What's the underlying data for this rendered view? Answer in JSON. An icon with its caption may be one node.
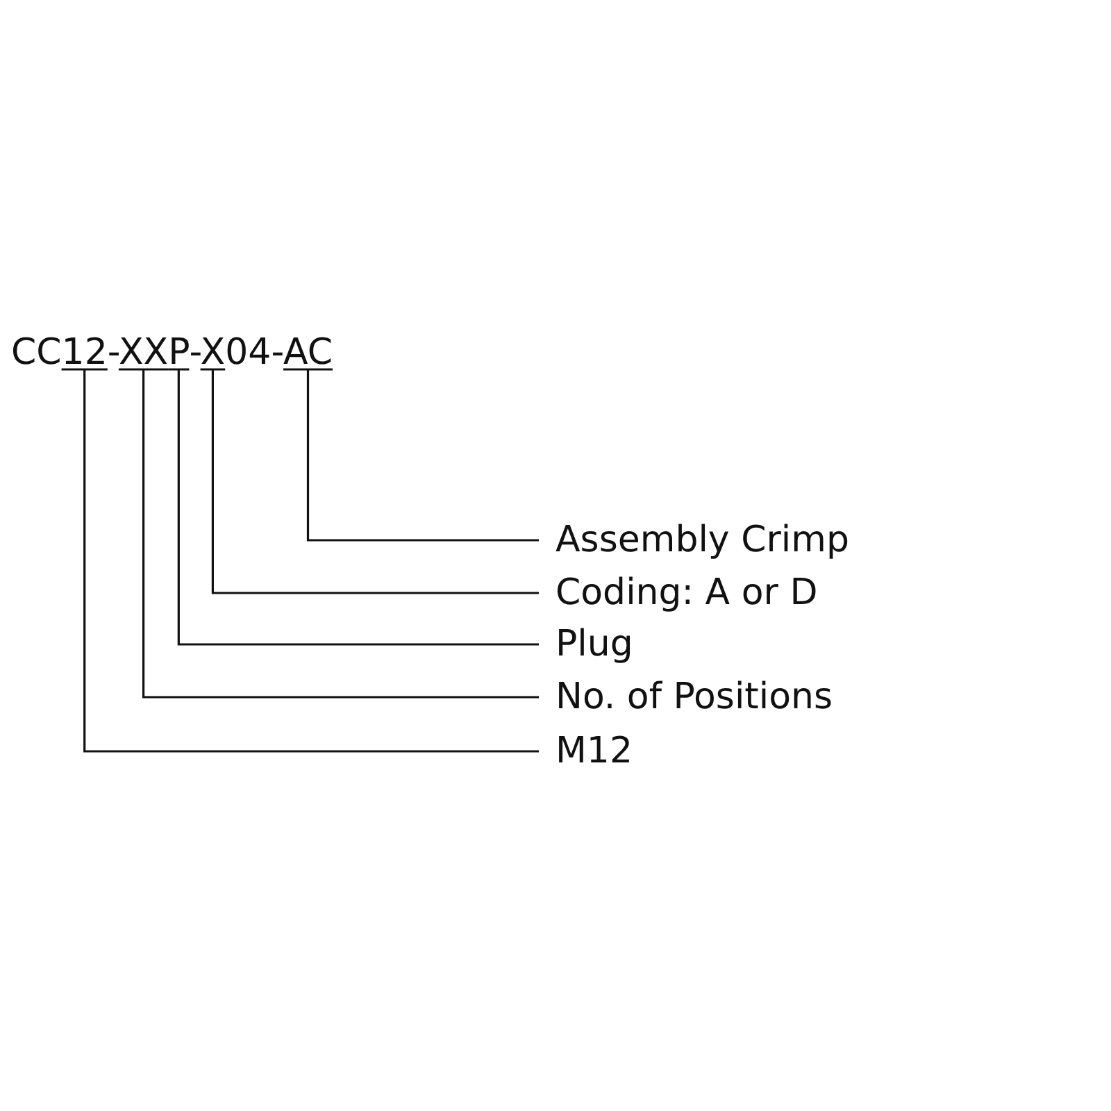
{
  "diagram": {
    "nodes": [
      {
        "text": [
          "CC12-XXP-X04-AC"
        ]
      },
      {
        "text": [
          "Assembly Crimp"
        ]
      },
      {
        "text": [
          "Coding: A or D"
        ]
      },
      {
        "text": [
          "Plug"
        ]
      },
      {
        "text": [
          "No. of Positions"
        ]
      },
      {
        "text": [
          "M12"
        ]
      }
    ],
    "edges": [
      {
        "from": 1,
        "to": 0,
        "arrow": "none"
      },
      {
        "from": 2,
        "to": 0,
        "arrow": "none"
      },
      {
        "from": 3,
        "to": 0,
        "arrow": "none"
      },
      {
        "from": 4,
        "to": 0,
        "arrow": "none"
      },
      {
        "from": 5,
        "to": 0,
        "arrow": "none"
      }
    ]
  }
}
